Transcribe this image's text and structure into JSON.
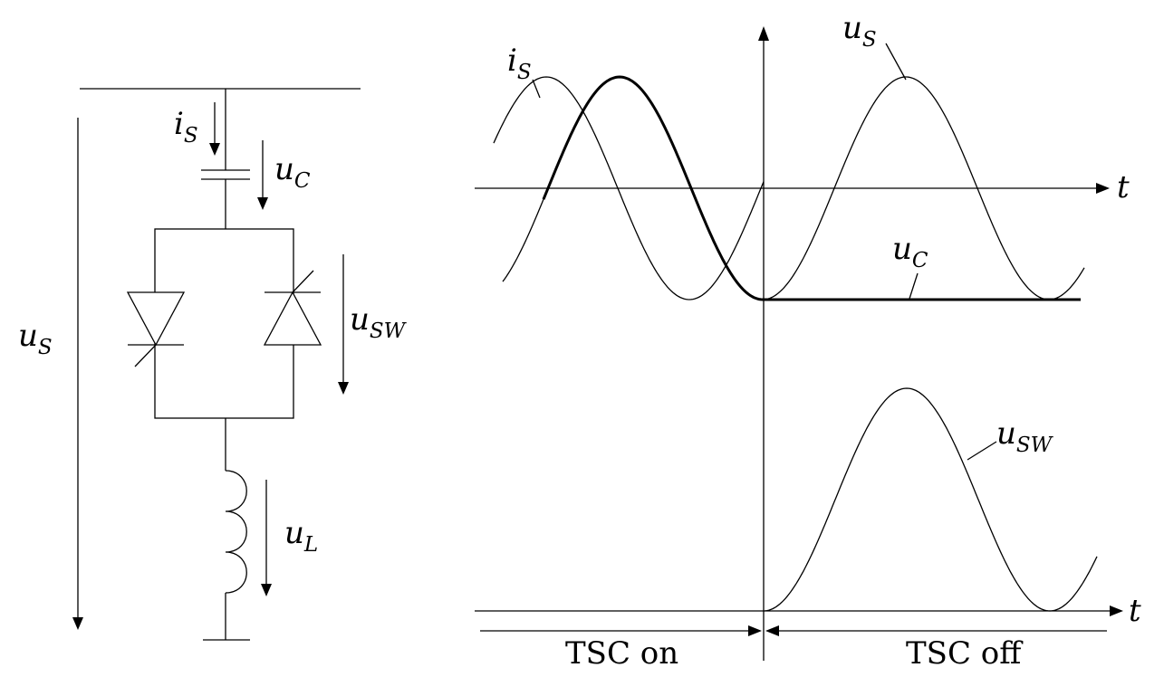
{
  "circuit": {
    "is": {
      "sym": "i",
      "sub": "S"
    },
    "uc": {
      "sym": "u",
      "sub": "C"
    },
    "us": {
      "sym": "u",
      "sub": "S"
    },
    "usw": {
      "sym": "u",
      "sub": "SW"
    },
    "ul": {
      "sym": "u",
      "sub": "L"
    }
  },
  "waveforms": {
    "is": {
      "sym": "i",
      "sub": "S"
    },
    "us": {
      "sym": "u",
      "sub": "S"
    },
    "uc": {
      "sym": "u",
      "sub": "C"
    },
    "usw": {
      "sym": "u",
      "sub": "SW"
    },
    "t_top": "t",
    "t_bottom": "t",
    "tsc_on": "TSC on",
    "tsc_off": "TSC off"
  },
  "colors": {
    "ink": "#000000",
    "background": "#ffffff"
  }
}
